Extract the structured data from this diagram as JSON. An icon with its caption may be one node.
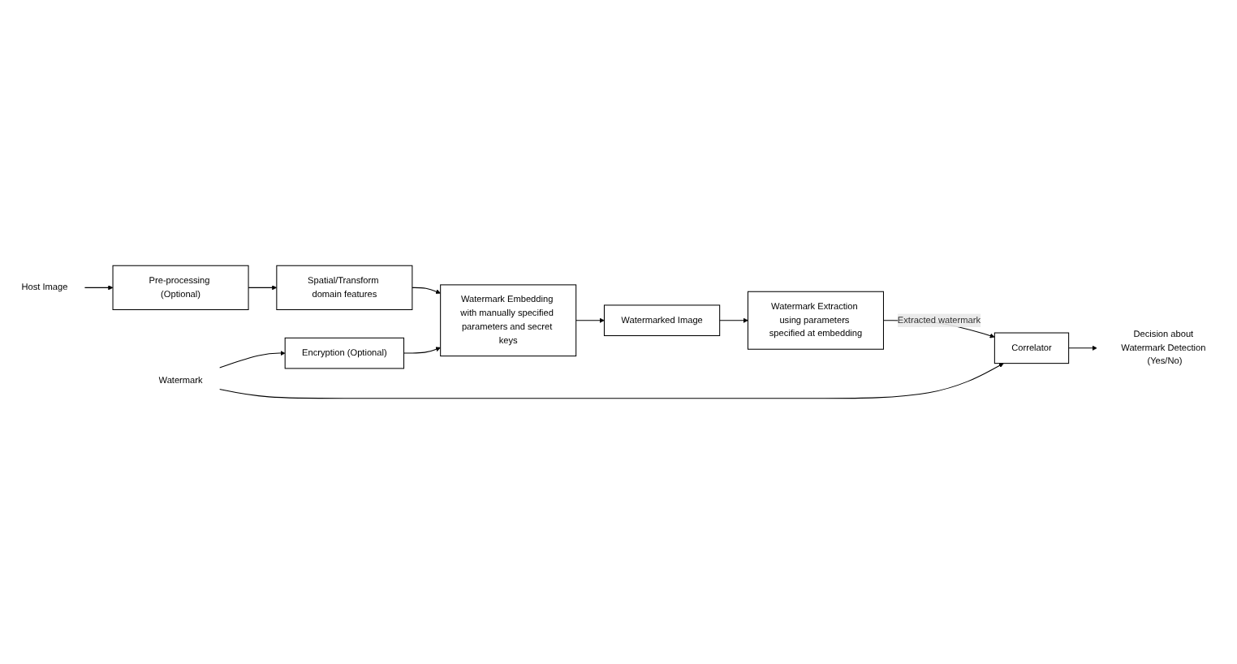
{
  "diagram": {
    "nodes": [
      {
        "text": [
          "Host Image"
        ]
      },
      {
        "text": [
          "Pre-processing (Optional)"
        ]
      },
      {
        "text": [
          "Spatial/Transform domain features"
        ]
      },
      {
        "text": [
          "Watermark"
        ]
      },
      {
        "text": [
          "Encryption (Optional)"
        ]
      },
      {
        "text": [
          "Watermark Embedding with manually specified parameters and secret keys"
        ]
      },
      {
        "text": [
          "Watermarked Image"
        ]
      },
      {
        "text": [
          "Watermark Extraction using parameters specified at embedding"
        ]
      },
      {
        "text": [
          "Correlator"
        ]
      },
      {
        "text": [
          "Decision about Watermark Detection (Yes/No)"
        ]
      }
    ],
    "edges": [
      {
        "from": 0,
        "to": 1,
        "arrow": "to"
      },
      {
        "from": 1,
        "to": 2,
        "arrow": "to"
      },
      {
        "from": 2,
        "to": 5,
        "arrow": "to"
      },
      {
        "from": 3,
        "to": 4,
        "arrow": "to"
      },
      {
        "from": 4,
        "to": 5,
        "arrow": "to"
      },
      {
        "from": 5,
        "to": 6,
        "arrow": "to"
      },
      {
        "from": 6,
        "to": 7,
        "arrow": "to"
      },
      {
        "from": 3,
        "to": 8,
        "arrow": "to"
      },
      {
        "from": 7,
        "to": 8,
        "label": "Extracted watermark",
        "arrow": "to"
      },
      {
        "from": 8,
        "to": 9,
        "arrow": "to"
      }
    ]
  }
}
